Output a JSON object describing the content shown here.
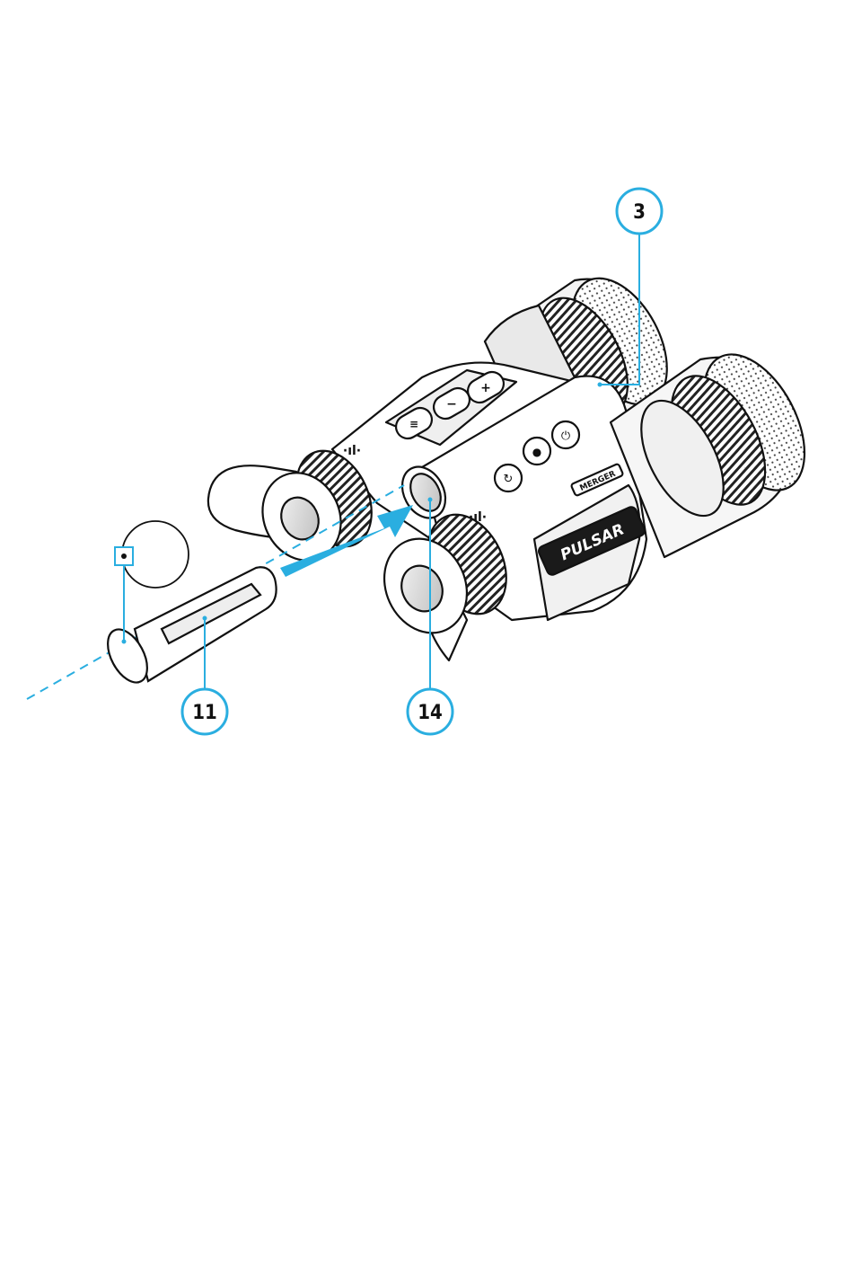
{
  "callouts": {
    "housing": {
      "label": "3"
    },
    "battery": {
      "label": "11"
    },
    "battery_compartment": {
      "label": "14"
    }
  },
  "device": {
    "brand": "PULSAR",
    "model": "MERGER"
  },
  "colors": {
    "accent": "#2aaee0",
    "outline": "#111111",
    "body_light": "#ffffff",
    "body_shade": "#e6e6e6",
    "body_dark": "#bdbdbd"
  },
  "icons": [
    "arrow-insert-icon",
    "battery-icon",
    "binocular-icon"
  ]
}
